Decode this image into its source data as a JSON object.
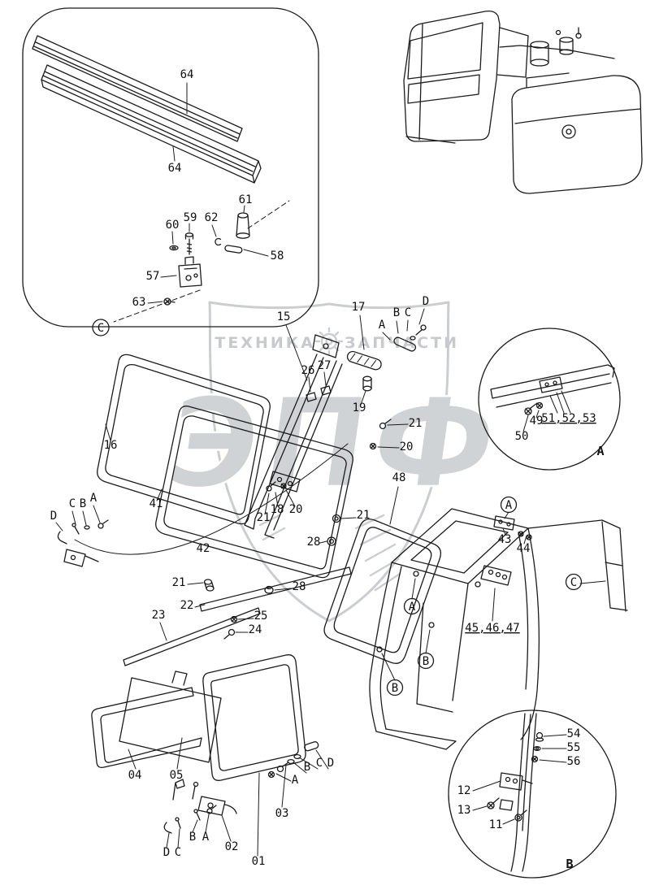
{
  "page": {
    "background": "#ffffff",
    "line_color": "#1b1b1b",
    "watermark_color": "#cbced1"
  },
  "watermark": {
    "brand_left": "ТЕХНИКА",
    "brand_right": "ЗАПЧАСТИ",
    "monogram": "ЭПФ"
  },
  "labels": {
    "n01": "01",
    "n02": "02",
    "n03": "03",
    "n04": "04",
    "n05": "05",
    "n11": "11",
    "n12": "12",
    "n13": "13",
    "n15": "15",
    "n16": "16",
    "n17": "17",
    "n18": "18",
    "n19": "19",
    "n20": "20",
    "n21": "21",
    "n22": "22",
    "n23": "23",
    "n24": "24",
    "n25": "25",
    "n26": "26",
    "n27": "27",
    "n28": "28",
    "n41": "41",
    "n42": "42",
    "n43": "43",
    "n44": "44",
    "n45_47": "45,46,47",
    "n48": "48",
    "n49": "49",
    "n50": "50",
    "n51_53": "51,52,53",
    "n54": "54",
    "n55": "55",
    "n56": "56",
    "n57": "57",
    "n58": "58",
    "n59": "59",
    "n60": "60",
    "n61": "61",
    "n62": "62",
    "n63": "63",
    "n64": "64",
    "A": "A",
    "B": "B",
    "C": "C",
    "D": "D"
  }
}
